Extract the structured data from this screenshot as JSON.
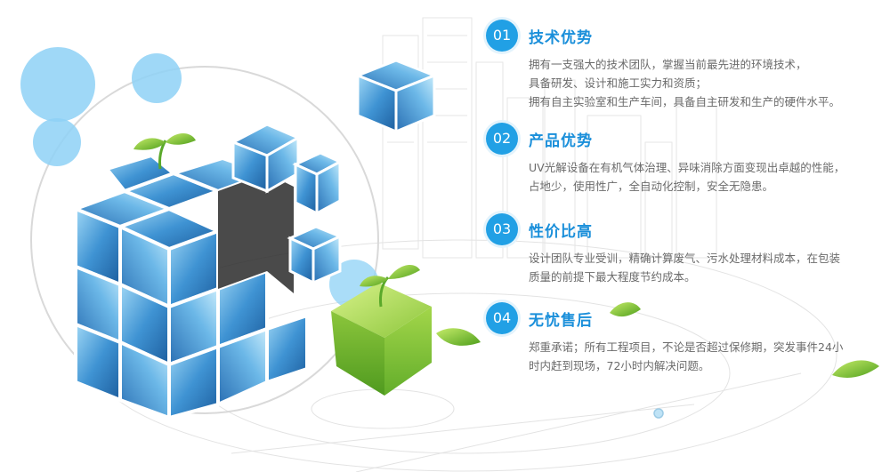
{
  "colors": {
    "accent": "#21a0e5",
    "title": "#1a8fda",
    "body_text": "#6b6b6b",
    "cube_blue": "#3b8fd0",
    "leaf_green": "#7cc433"
  },
  "features": [
    {
      "number": "01",
      "title": "技术优势",
      "lines": [
        "拥有一支强大的技术团队，掌握当前最先进的环境技术，",
        "具备研发、设计和施工实力和资质；",
        "拥有自主实验室和生产车间，具备自主研发和生产的硬件水平。"
      ]
    },
    {
      "number": "02",
      "title": "产品优势",
      "lines": [
        "UV光解设备在有机气体治理、异味消除方面变现出卓越的性能，",
        "占地少，使用性广，全自动化控制，安全无隐患。"
      ]
    },
    {
      "number": "03",
      "title": "性价比高",
      "lines": [
        "设计团队专业受训，精确计算废气、污水处理材料成本，在包装",
        "质量的前提下最大程度节约成本。"
      ]
    },
    {
      "number": "04",
      "title": "无忧售后",
      "lines": [
        "郑重承诺；所有工程项目，不论是否超过保修期，突发事件24小",
        "时内赶到现场，72小时内解决问题。"
      ]
    }
  ]
}
